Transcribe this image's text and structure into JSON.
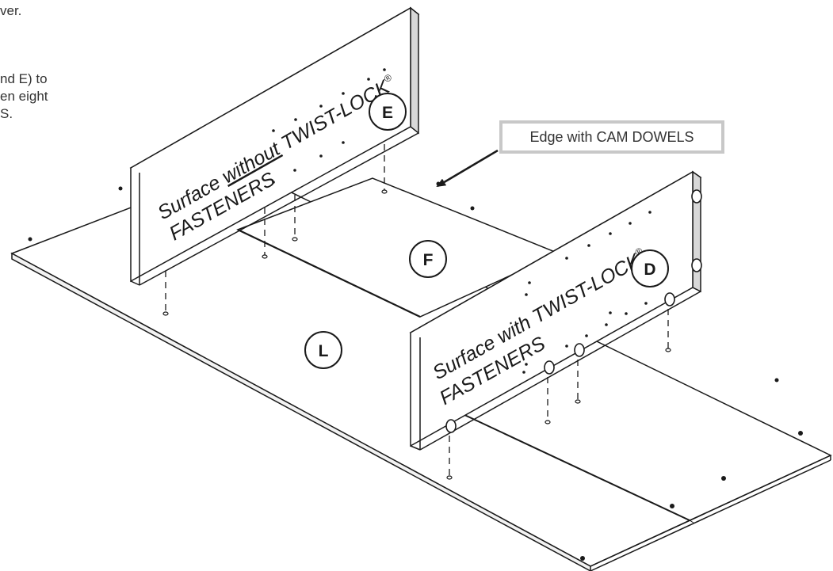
{
  "instructions": {
    "line1": "ver.",
    "line2": "nd E) to",
    "line3": "en eight",
    "line4": "S."
  },
  "callout": {
    "label": "Edge with CAM DOWELS"
  },
  "panels": {
    "e": {
      "letter": "E",
      "text_prefix": "Surface ",
      "text_underlined": "without",
      "text_suffix": " TWIST-LOCK",
      "mark": "®",
      "line2": "FASTENERS"
    },
    "d": {
      "letter": "D",
      "text_main": "Surface with TWIST-LOCK",
      "mark": "®",
      "line2": "FASTENERS"
    },
    "f": {
      "letter": "F"
    },
    "l": {
      "letter": "L"
    }
  },
  "colors": {
    "line": "#1a1a1a",
    "callout_border": "#c8c8c8",
    "background": "#ffffff"
  }
}
